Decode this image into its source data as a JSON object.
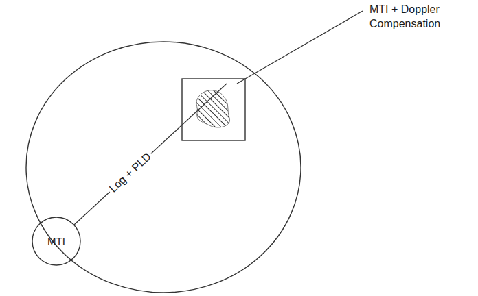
{
  "diagram": {
    "nodes": [
      {
        "text": [
          "MTI"
        ]
      }
    ],
    "labels": [
      "Log + PLD",
      "MTI + Doppler Compensation"
    ]
  }
}
